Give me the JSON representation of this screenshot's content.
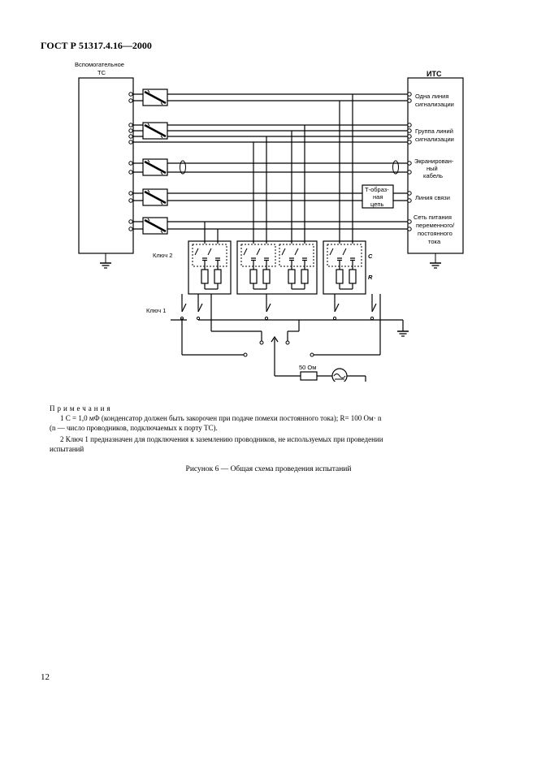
{
  "header": {
    "standard": "ГОСТ Р 51317.4.16—2000"
  },
  "figure": {
    "aux_device": {
      "label_line1": "Вспомогательное",
      "label_line2": "ТС"
    },
    "device_under_test": {
      "title": "ИТС",
      "ports": [
        [
          "Одна линия",
          "сигнализации"
        ],
        [
          "Группа линий",
          "сигнализации"
        ],
        [
          "Экранирован-",
          "ный",
          "кабель"
        ],
        [
          "Линия связи"
        ],
        [
          "Сеть питания",
          "переменного/",
          "постоянного",
          "тока"
        ]
      ]
    },
    "t_circuit": [
      "Т-образ-",
      "ная",
      "цепь"
    ],
    "key2_label": "Ключ 2",
    "key1_label": "Ключ 1",
    "c_label": "C",
    "r_label": "R",
    "resistor_label": "50 Ом"
  },
  "notes": {
    "title": "Примечания",
    "note1_line1": "1  С = 1,0 мФ (конденсатор должен быть закорочен при подаче помехи постоянного тока); R= 100 Ом· n",
    "note1_line2": "(n — число проводников, подключаемых к порту ТС).",
    "note2_line1": "2  Ключ 1 предназначен для подключения к заземлению проводников, не используемых при проведении",
    "note2_line2": "испытаний"
  },
  "caption": "Рисунок 6 — Общая схема проведения испытаний",
  "page_number": "12"
}
